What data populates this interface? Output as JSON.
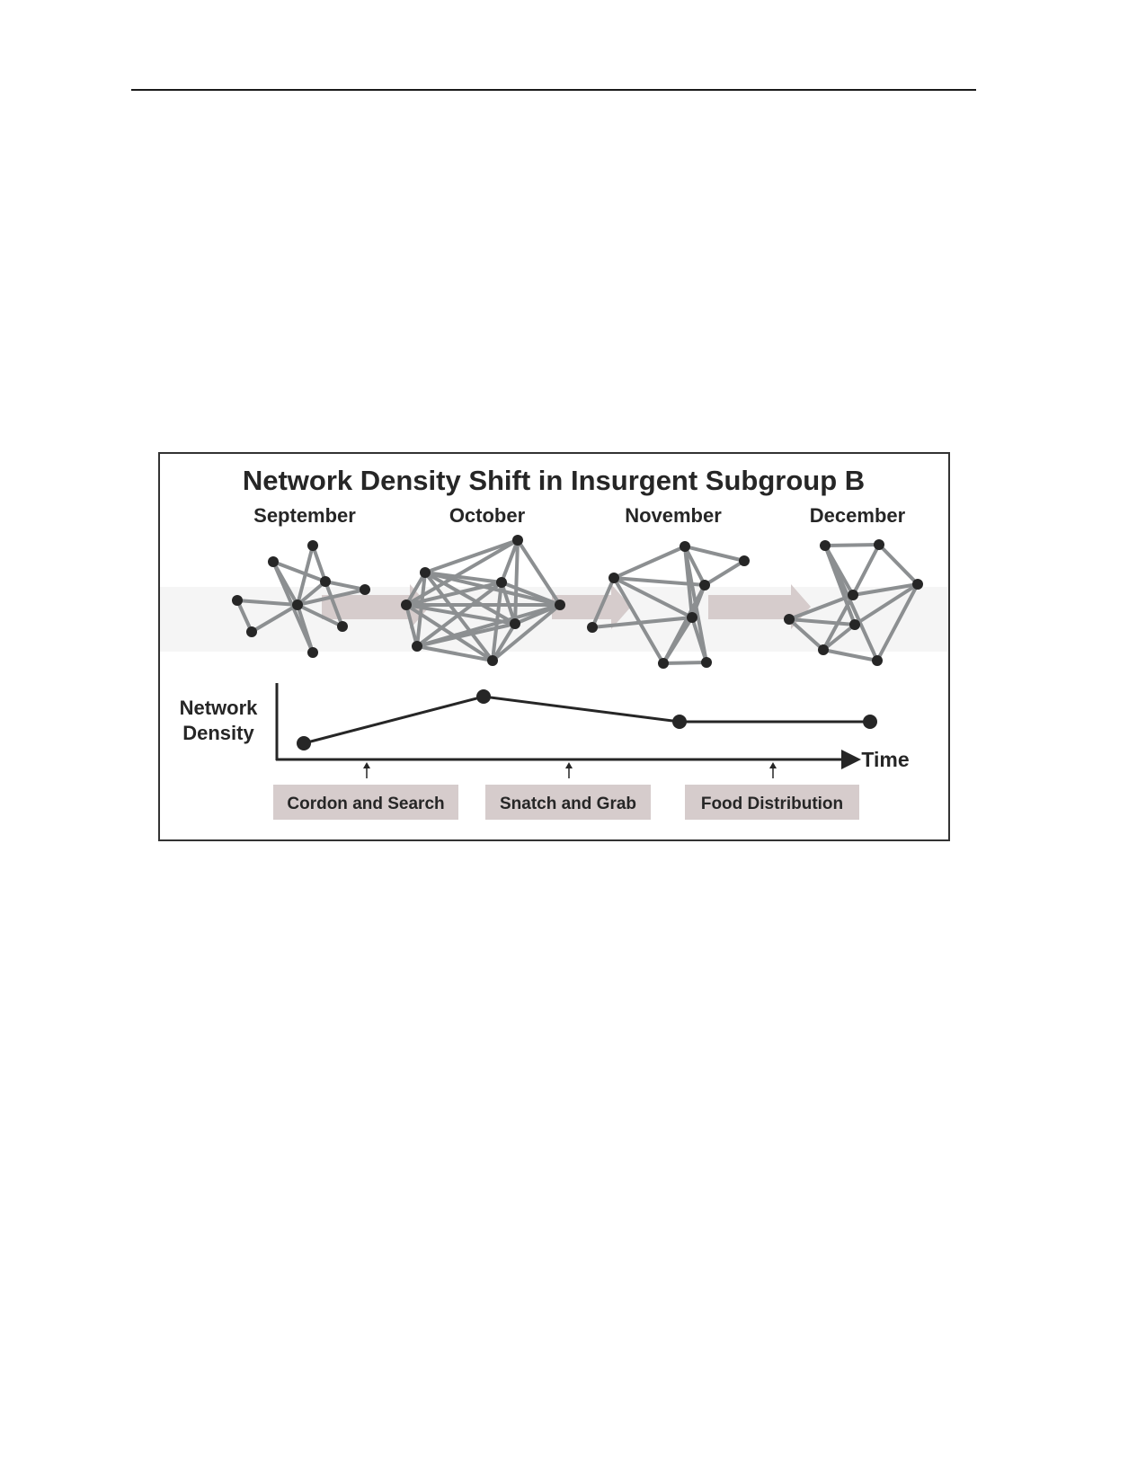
{
  "figure": {
    "title": "Network Density Shift in Insurgent Subgroup B",
    "periods": [
      "September",
      "October",
      "November",
      "December"
    ],
    "y_axis_label_line1": "Network",
    "y_axis_label_line2": "Density",
    "x_axis_label": "Time",
    "events": [
      "Cordon and Search",
      "Snatch and Grab",
      "Food Distribution"
    ],
    "colors": {
      "edge": "#8c8f91",
      "node": "#262626",
      "band": "#f4f4f4",
      "arrow": "#d6cccc",
      "event_box": "#d6cccc",
      "text": "#262626"
    }
  }
}
